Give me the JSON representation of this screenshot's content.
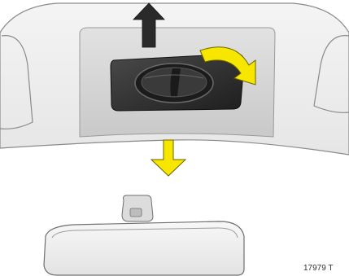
{
  "figure": {
    "reference_number": "17979 T",
    "components": {
      "headliner": "vehicle-roof-headliner",
      "roof_console": "overhead-console-panel",
      "switch": "rotary-sunroof-switch",
      "mirror_mount": "rear-view-mirror-mount",
      "mirror": "rear-view-mirror"
    },
    "indicators": {
      "up_arrow": {
        "icon": "arrow-up-icon",
        "color": "#2a2a2a"
      },
      "rotate_arrow": {
        "icon": "rotate-clockwise-icon",
        "color": "#f7e600"
      },
      "down_arrow": {
        "icon": "arrow-down-icon",
        "color": "#f7e600"
      }
    },
    "colors": {
      "headliner": "#eeeeee",
      "console": "#d4d4d4",
      "switch_body": "#2b2b2b",
      "outline": "#6f6f6f"
    }
  }
}
